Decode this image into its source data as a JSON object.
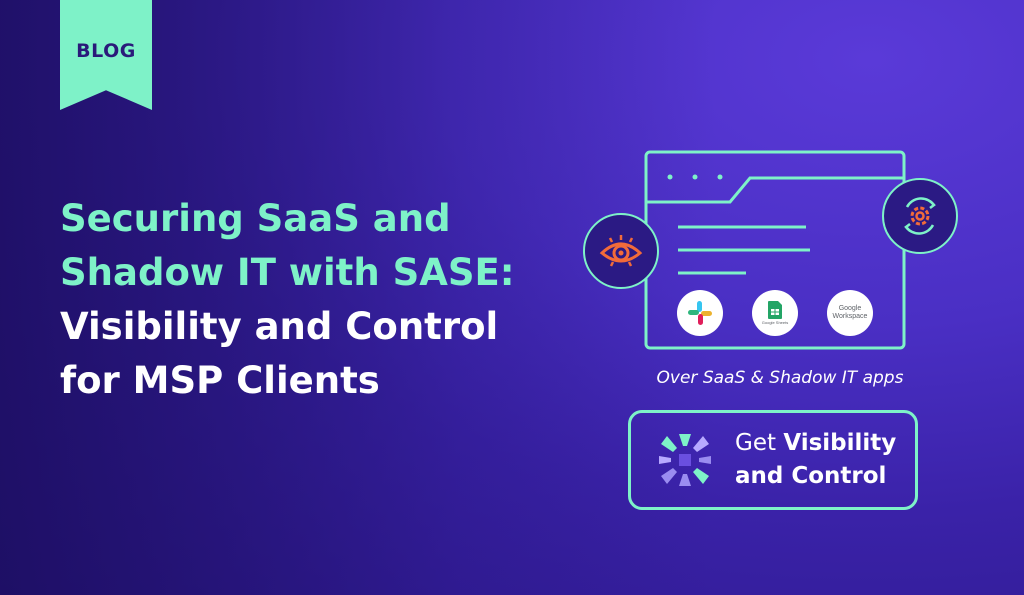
{
  "ribbon": {
    "label": "BLOG"
  },
  "title": {
    "line1": "Securing SaaS and",
    "line2": "Shadow IT with SASE:",
    "line3": "Visibility and Control",
    "line4": "for MSP Clients"
  },
  "illustration": {
    "left_icon": "eye-icon",
    "right_icon": "gear-sync-icon",
    "apps": [
      {
        "name": "slack-logo-icon"
      },
      {
        "name": "google-sheets-logo-icon",
        "label": "Google Sheets"
      },
      {
        "name": "google-workspace-logo-icon",
        "label_line1": "Google",
        "label_line2": "Workspace"
      }
    ],
    "caption": "Over SaaS & Shadow IT apps"
  },
  "cta": {
    "prefix": "Get ",
    "bold1": "Visibility",
    "bold2": "and Control",
    "logo": "brand-asterisk-icon"
  },
  "colors": {
    "accent": "#7ef2c8",
    "background": "#4a2fc4",
    "dark": "#2b1a84",
    "eye": "#f26b3a",
    "white": "#ffffff"
  }
}
